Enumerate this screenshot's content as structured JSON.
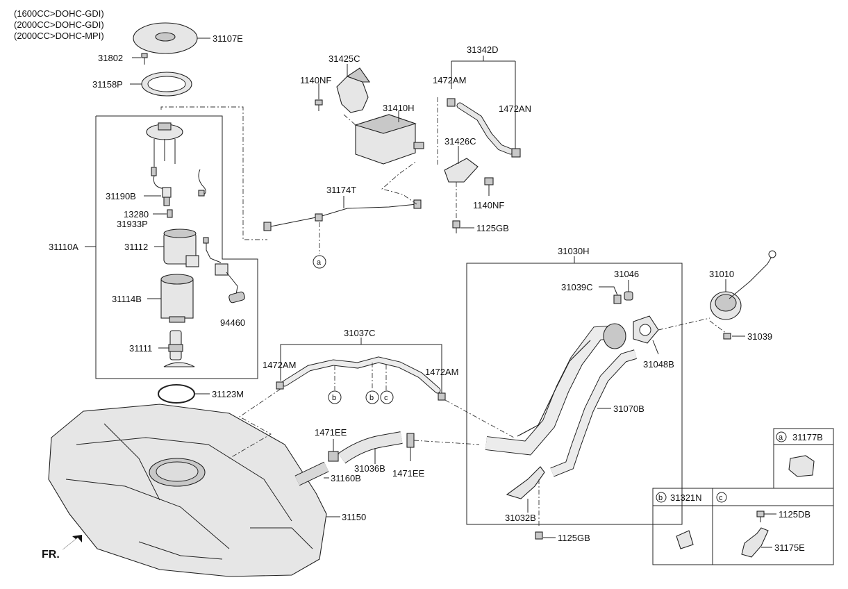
{
  "header": {
    "variants": [
      "(1600CC>DOHC-GDI)",
      "(2000CC>DOHC-GDI)",
      "(2000CC>DOHC-MPI)"
    ]
  },
  "labels": {
    "p31107E": "31107E",
    "p31802": "31802",
    "p31158P": "31158P",
    "p31425C": "31425C",
    "p1140NF_top": "1140NF",
    "p31410H": "31410H",
    "p31342D": "31342D",
    "p1472AM_top": "1472AM",
    "p1472AN": "1472AN",
    "p31426C": "31426C",
    "p1140NF_right": "1140NF",
    "p1125GB_top": "1125GB",
    "p31174T": "31174T",
    "p31190B": "31190B",
    "p13280": "13280",
    "p31933P": "31933P",
    "p31110A": "31110A",
    "p31112": "31112",
    "p31114B": "31114B",
    "p94460": "94460",
    "p31111": "31111",
    "p31123M": "31123M",
    "p31037C": "31037C",
    "p1472AM_left": "1472AM",
    "p1472AM_right": "1472AM",
    "p1471EE_top": "1471EE",
    "p31036B": "31036B",
    "p1471EE_bottom": "1471EE",
    "p31160B": "31160B",
    "p31150": "31150",
    "p31030H": "31030H",
    "p31046": "31046",
    "p31039C": "31039C",
    "p31010": "31010",
    "p31039": "31039",
    "p31048B": "31048B",
    "p31070B": "31070B",
    "p31032B": "31032B",
    "p1125GB_bottom": "1125GB",
    "fr": "FR."
  },
  "callouts": {
    "a": "a",
    "b1": "b",
    "b2": "b",
    "c": "c"
  },
  "legend": {
    "a_key": "a",
    "a_part": "31177B",
    "b_key": "b",
    "b_part": "31321N",
    "c_key": "c",
    "c_part1": "1125DB",
    "c_part2": "31175E"
  }
}
